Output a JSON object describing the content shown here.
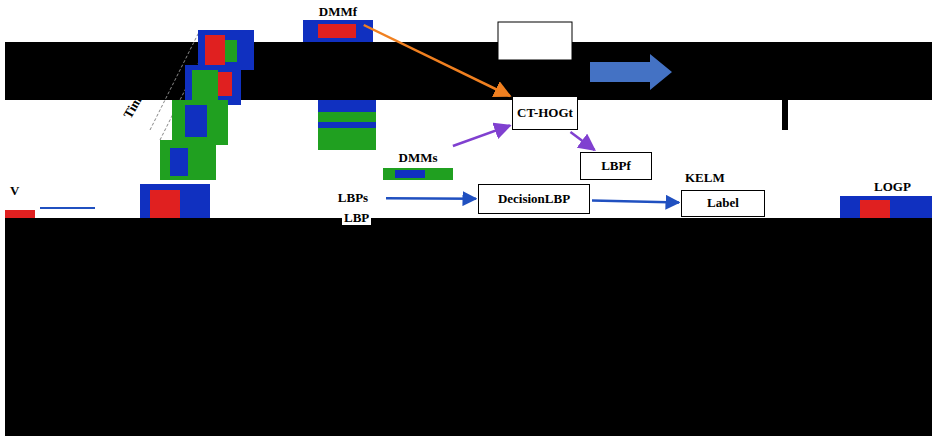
{
  "diagram": {
    "nodes": [
      {
        "text": [
          "DMMf"
        ]
      },
      {
        "text": [
          "CT-HOGt"
        ]
      },
      {
        "text": [
          "DMMs"
        ]
      },
      {
        "text": [
          "LBPf"
        ]
      },
      {
        "text": [
          "LBPs"
        ]
      },
      {
        "text": [
          "DecisionLBP"
        ]
      },
      {
        "text": [
          "Label"
        ]
      }
    ],
    "edges": [
      {
        "from": 0,
        "to": 1,
        "arrow": "to"
      },
      {
        "from": 2,
        "to": 1,
        "arrow": "to"
      },
      {
        "from": 1,
        "to": 3,
        "arrow": "to"
      },
      {
        "from": 4,
        "to": 5,
        "arrow": "to"
      },
      {
        "from": 5,
        "to": 6,
        "arrow": "to"
      }
    ],
    "labels": [
      "Time",
      "V",
      "LBP",
      "KELM",
      "LOGP"
    ]
  }
}
